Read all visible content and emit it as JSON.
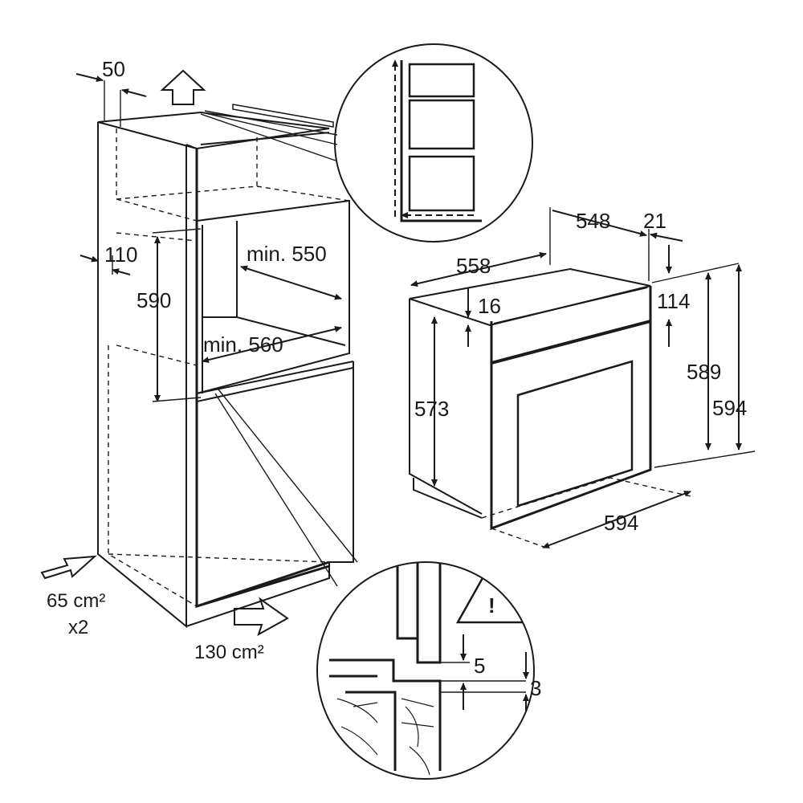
{
  "cabinet": {
    "dim_top_gap": "50",
    "dim_side": "110",
    "dim_height": "590",
    "dim_depth_min": "min. 550",
    "dim_width_min": "min. 560",
    "vent_bottom_area": "65 cm²",
    "vent_bottom_count": "x2",
    "vent_front_area": "130 cm²"
  },
  "oven": {
    "dim_depth_body": "548",
    "dim_front_panel": "21",
    "dim_width_body": "558",
    "dim_top_offset": "16",
    "dim_door_gap": "114",
    "dim_body_height": "573",
    "dim_front_height": "589",
    "dim_total_height": "594",
    "dim_total_width": "594"
  },
  "detail": {
    "dim_gap": "5",
    "dim_step": "3",
    "warning_symbol": "!"
  },
  "icons": [
    "up-arrow-icon",
    "warning-triangle-icon",
    "vent-arrow-icon"
  ]
}
